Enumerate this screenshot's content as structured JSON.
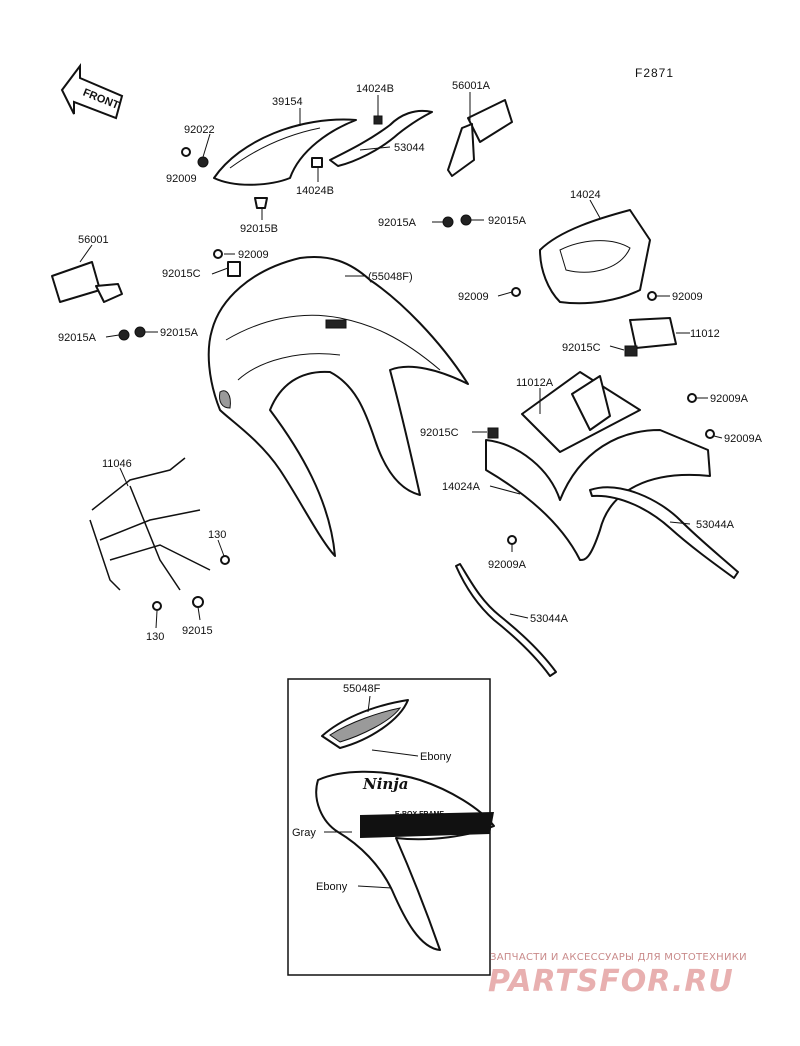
{
  "figure_code": "F2871",
  "front_arrow_label": "FRONT",
  "callouts": {
    "p39154": "39154",
    "p14024B_top": "14024B",
    "p56001A": "56001A",
    "p92022": "92022",
    "p92009_left": "92009",
    "p53044": "53044",
    "p14024B_bot": "14024B",
    "p92015B": "92015B",
    "p92015A_l": "92015A",
    "p92015A_r": "92015A",
    "p14024": "14024",
    "p56001": "56001",
    "p92009_mid": "92009",
    "p92015C_mid": "92015C",
    "p55048F": "(55048F)",
    "p92009_r1": "92009",
    "p92009_r2": "92009",
    "p11012": "11012",
    "p92015C_r": "92015C",
    "p92015A_ml": "92015A",
    "p92015A_mr": "92015A",
    "p11012A": "11012A",
    "p92009A_1": "92009A",
    "p92009A_2": "92009A",
    "p92015C_low": "92015C",
    "p11046": "11046",
    "p14024A": "14024A",
    "p53044A_r": "53044A",
    "p130_r": "130",
    "p92009A_low": "92009A",
    "p53044A_low": "53044A",
    "p130_l": "130",
    "p92015": "92015",
    "inset_part": "55048F",
    "ebony_1": "Ebony",
    "gray": "Gray",
    "ebony_2": "Ebony"
  },
  "decal": {
    "brand": "Ninja",
    "frame_text": "E-BOX FRAME"
  },
  "watermark": {
    "tagline": "ЗАПЧАСТИ И АКСЕССУАРЫ ДЛЯ МОТОТЕХНИКИ",
    "logo": "PARTSFOR.RU"
  }
}
